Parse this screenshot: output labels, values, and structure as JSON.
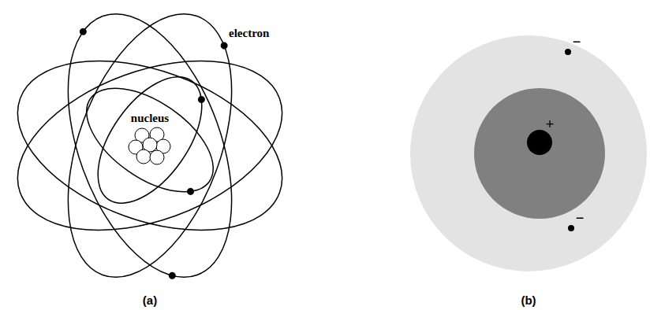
{
  "diagram": {
    "labels": [
      "nucleus",
      "electron",
      "(a)",
      "(b)",
      "+",
      "−",
      "−"
    ]
  }
}
